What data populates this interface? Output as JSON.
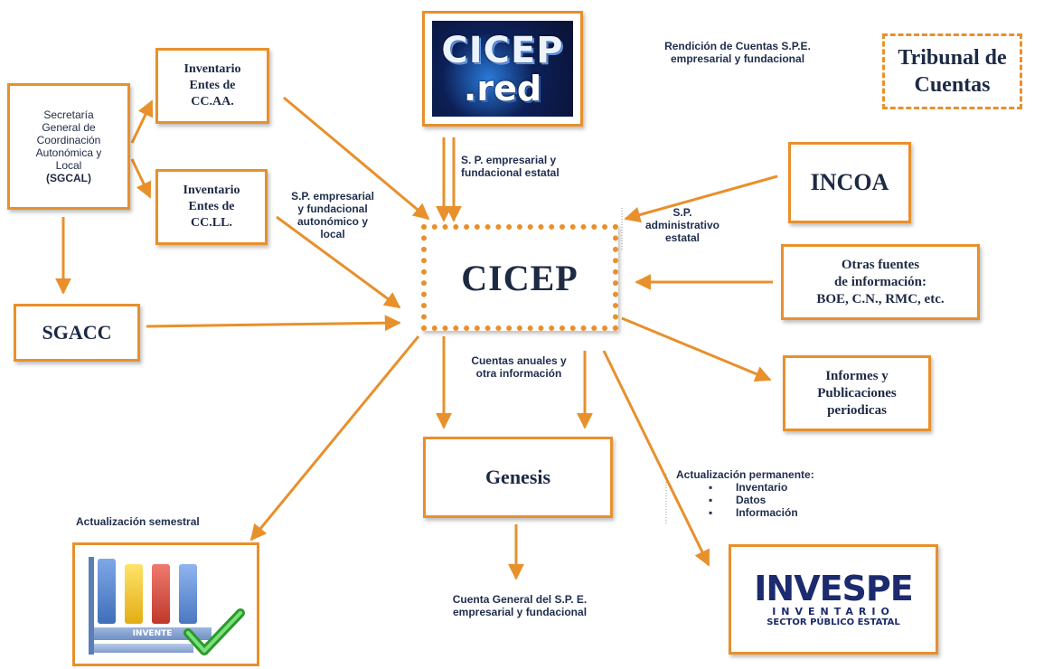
{
  "colors": {
    "arrow": "#e8902c",
    "text": "#1d2a44",
    "box_border": "#e8902c"
  },
  "nodes": {
    "cicep_red_logo": {
      "line1": "CICEP",
      "line2": ".red"
    },
    "tribunal": {
      "line1": "Tribunal de",
      "line2": "Cuentas"
    },
    "sgcal": {
      "lines": [
        "Secretaría",
        "General de",
        "Coordinación",
        "Autonómica y",
        "Local",
        "(SGCAL)"
      ]
    },
    "inv_ccaa": {
      "lines": [
        "Inventario",
        "Entes de",
        "CC.AA."
      ]
    },
    "inv_ccll": {
      "lines": [
        "Inventario",
        "Entes de",
        "CC.LL."
      ]
    },
    "sgacc": {
      "label": "SGACC"
    },
    "cicep": {
      "label": "CICEP"
    },
    "incoa": {
      "label": "INCOA"
    },
    "otras": {
      "lines": [
        "Otras fuentes",
        "de información:",
        "BOE, C.N., RMC, etc."
      ]
    },
    "informes": {
      "lines": [
        "Informes y",
        "Publicaciones",
        "periodicas"
      ]
    },
    "genesis": {
      "label": "Genesis"
    },
    "invente": {
      "label": "INVENTE"
    },
    "invespe": {
      "line1": "INVESPE",
      "line2": "INVENTARIO",
      "line3": "SECTOR PÚBLICO ESTATAL"
    }
  },
  "labels": {
    "rendicion": [
      "Rendición de Cuentas S.P.E.",
      "empresarial y fundacional"
    ],
    "sp_emp_estatal": [
      "S. P. empresarial y",
      "fundacional estatal"
    ],
    "sp_emp_auto": [
      "S.P. empresarial",
      "y fundacional",
      "autonómico y",
      "local"
    ],
    "sp_admin": [
      "S.P.",
      "administrativo",
      "estatal"
    ],
    "cuentas_anuales": [
      "Cuentas anuales y",
      "otra información"
    ],
    "act_semestral": "Actualización semestral",
    "act_permanente": "Actualización permanente:",
    "act_items": [
      "Inventario",
      "Datos",
      "Información"
    ],
    "cuenta_general": [
      "Cuenta General del S.P. E.",
      "empresarial y fundacional"
    ]
  }
}
